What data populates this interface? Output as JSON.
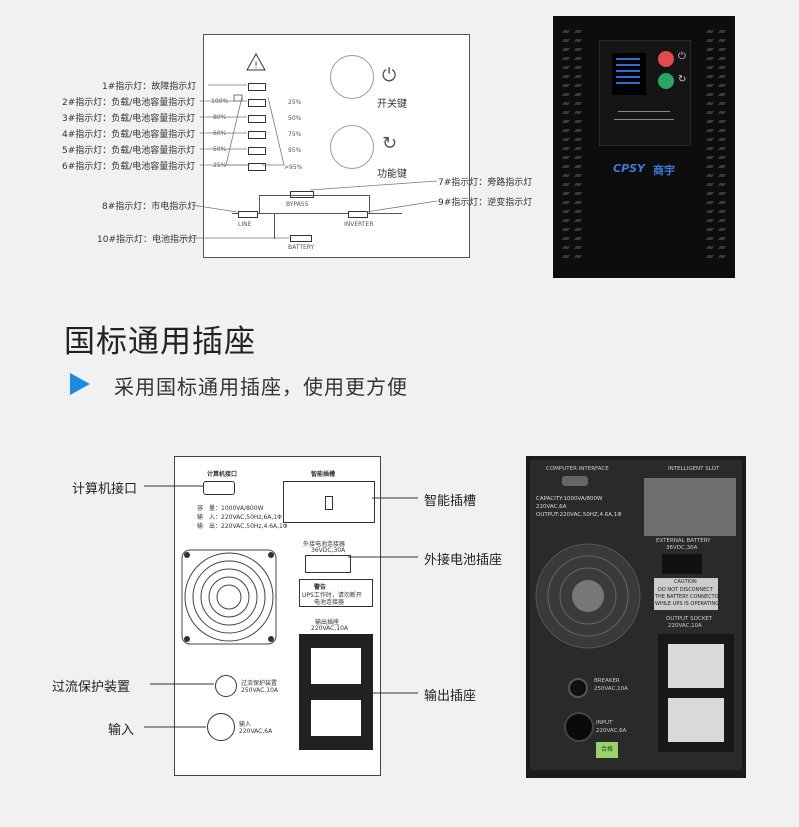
{
  "front_diagram": {
    "indicators": [
      "1#指示灯：故障指示灯",
      "2#指示灯：负载/电池容量指示灯",
      "3#指示灯：负载/电池容量指示灯",
      "4#指示灯：负载/电池容量指示灯",
      "5#指示灯：负载/电池容量指示灯",
      "6#指示灯：负载/电池容量指示灯"
    ],
    "left_pcts": [
      "100%",
      "80%",
      "60%",
      "50%",
      "25%"
    ],
    "right_pcts": [
      "25%",
      "50%",
      "75%",
      "95%",
      ">95%"
    ],
    "power_key": "开关键",
    "function_key": "功能键",
    "ind7": "7#指示灯：旁路指示灯",
    "ind8": "8#指示灯：市电指示灯",
    "ind9": "9#指示灯：逆变指示灯",
    "ind10": "10#指示灯：电池指示灯",
    "bypass": "BYPASS",
    "line": "LINE",
    "inverter": "INVERTER",
    "battery": "BATTERY"
  },
  "front_photo": {
    "brand": "CPSY",
    "brand_cn": "商宇"
  },
  "heading": "国标通用插座",
  "subheading": "采用国标通用插座，使用更方便",
  "rear_diagram": {
    "computer_interface": "计算机接口",
    "intelligent_slot": "智能插槽",
    "specs": [
      "容　量：1000VA/800W",
      "输　入：220VAC,50Hz,6A,1Φ",
      "输　出：220VAC,50Hz,4.6A,1Φ"
    ],
    "ext_battery": "外接电池连接器",
    "ext_battery_spec": "36VDC,30A",
    "warning_title": "警告",
    "warning_text1": "UPS工作时，请勿断开",
    "warning_text2": "电池连接器",
    "output_socket": "输出插座",
    "output_spec": "220VAC,10A",
    "breaker": "过流保护装置",
    "breaker_spec": "250VAC,10A",
    "input": "输入",
    "input_spec": "220VAC,6A"
  },
  "callouts": {
    "computer_port": "计算机接口",
    "smart_slot": "智能插槽",
    "battery_socket": "外接电池插座",
    "overcurrent": "过流保护装置",
    "output": "输出插座",
    "input": "输入"
  },
  "rear_photo": {
    "computer_interface": "COMPUTER INTERFACE",
    "intelligent_slot": "INTELLIGENT SLOT",
    "capacity": "CAPACITY:1000VA/800W",
    "input_spec": "220VAC,6A",
    "output_spec": "OUTPUT:220VAC,50HZ,4.6A,1Φ",
    "ext_battery": "EXTERNAL BATTERY",
    "ext_battery_spec": "36VDC,30A",
    "caution1": "CAUTION",
    "caution2": "DO NOT DISCONNECT",
    "caution3": "THE BATTERY CONNECTOR",
    "caution4": "WHILE UPS IS OPERATING",
    "output_socket": "OUTPUT SOCKET",
    "output_socket_spec": "220VAC,10A",
    "breaker": "BREAKER",
    "breaker_spec": "250VAC,10A",
    "input": "INPUT",
    "qc": "合格"
  }
}
